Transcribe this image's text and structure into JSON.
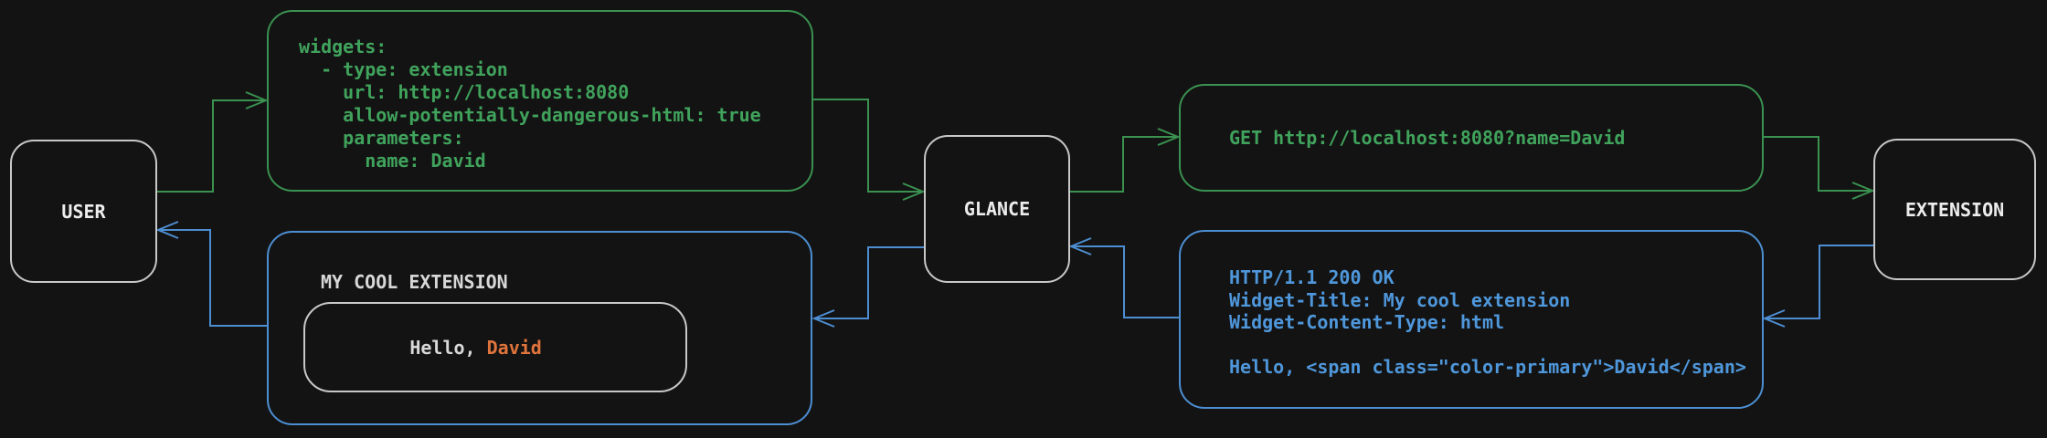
{
  "colors": {
    "bg": "#131313",
    "node_border": "#c8c8c8",
    "node_text": "#ededed",
    "green_line": "#3a9150",
    "green_text": "#40a35c",
    "blue_line": "#4d8ed2",
    "blue_text": "#4f97db",
    "white_text": "#d8d8d8",
    "orange_text": "#e0743c",
    "inner_border": "#c8c8c8"
  },
  "nodes": {
    "user": {
      "label": "USER"
    },
    "glance": {
      "label": "GLANCE"
    },
    "extension": {
      "label": "EXTENSION"
    }
  },
  "yaml_box": {
    "lines": [
      "widgets:",
      "  - type: extension",
      "    url: http://localhost:8080",
      "    allow-potentially-dangerous-html: true",
      "    parameters:",
      "      name: David"
    ]
  },
  "get_box": {
    "text": "GET http://localhost:8080?name=David"
  },
  "response_box": {
    "lines": [
      "HTTP/1.1 200 OK",
      "Widget-Title: My cool extension",
      "Widget-Content-Type: html",
      "",
      "Hello, <span class=\"color-primary\">David</span>"
    ]
  },
  "widget_box": {
    "title": "MY COOL EXTENSION",
    "hello_prefix": "Hello, ",
    "hello_name": "David"
  }
}
